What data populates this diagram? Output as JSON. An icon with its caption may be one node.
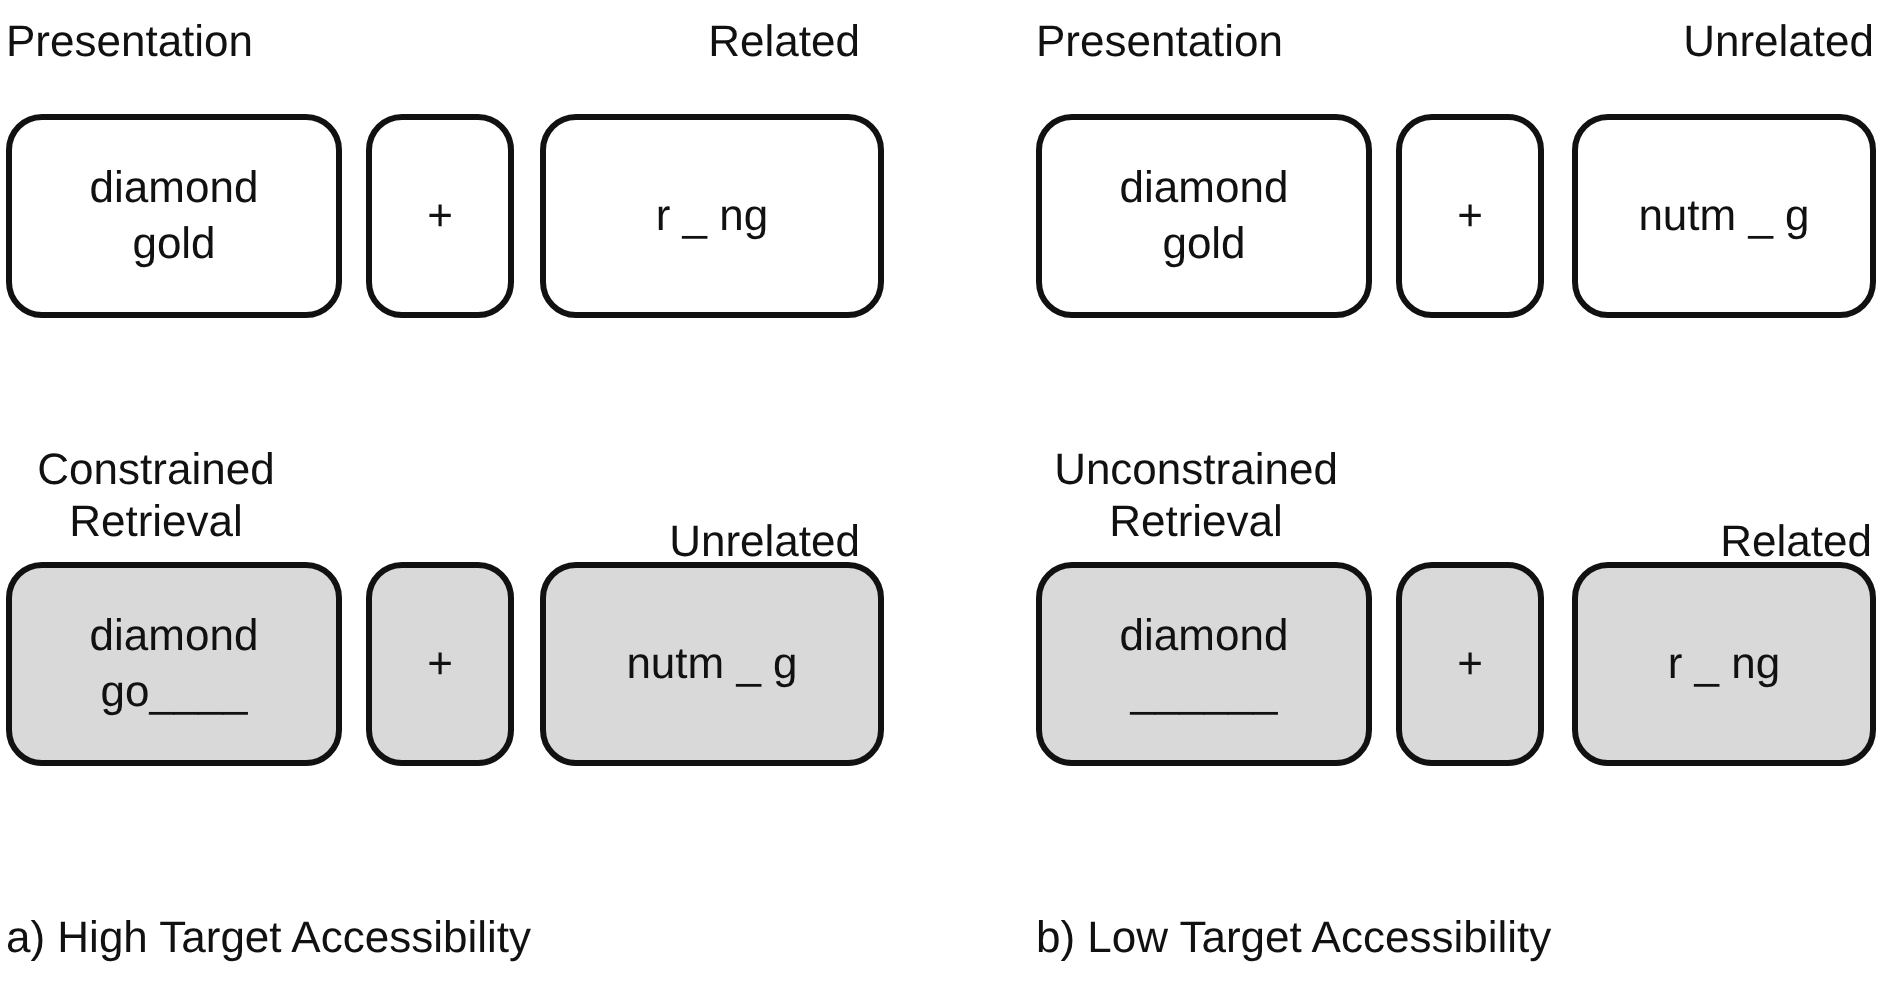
{
  "diagram": {
    "nodes": [
      {
        "text": [
          "diamond gold"
        ]
      },
      {
        "text": [
          "+"
        ]
      },
      {
        "text": [
          "r _ ng"
        ]
      },
      {
        "text": [
          "diamond gold"
        ]
      },
      {
        "text": [
          "+"
        ]
      },
      {
        "text": [
          "nutm _ g"
        ]
      },
      {
        "text": [
          "diamond go____"
        ]
      },
      {
        "text": [
          "+"
        ]
      },
      {
        "text": [
          "nutm _ g"
        ]
      },
      {
        "text": [
          "diamond ______"
        ]
      },
      {
        "text": [
          "+"
        ]
      },
      {
        "text": [
          "r _ ng"
        ]
      }
    ],
    "labels": [
      "Presentation",
      "Related",
      "Presentation",
      "Unrelated",
      "Constrained Retrieval",
      "Unrelated",
      "Unconstrained Retrieval",
      "Related",
      "a) High Target Accessibility",
      "b) Low Target Accessibility"
    ]
  }
}
